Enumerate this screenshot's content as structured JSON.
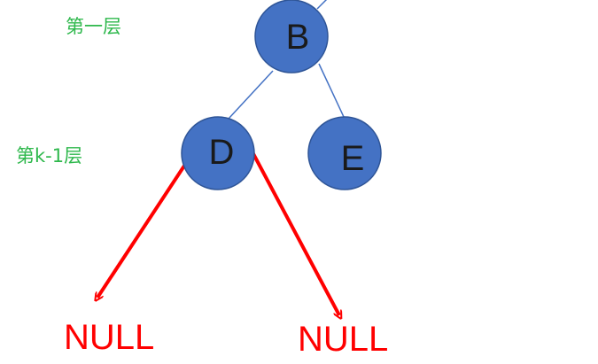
{
  "colors": {
    "node_fill": "#4472C4",
    "node_stroke": "#2F5597",
    "edge": "#4472C4",
    "arrow": "#FF0000",
    "level_label": "#2EB84C",
    "null_label": "#FF0000"
  },
  "levels": [
    {
      "label": "第一层"
    },
    {
      "label": "第k-1层"
    }
  ],
  "nodes": [
    {
      "label": "B"
    },
    {
      "label": "D"
    },
    {
      "label": "E"
    }
  ],
  "nulls": [
    {
      "label": "NULL"
    },
    {
      "label": "NULL"
    }
  ]
}
